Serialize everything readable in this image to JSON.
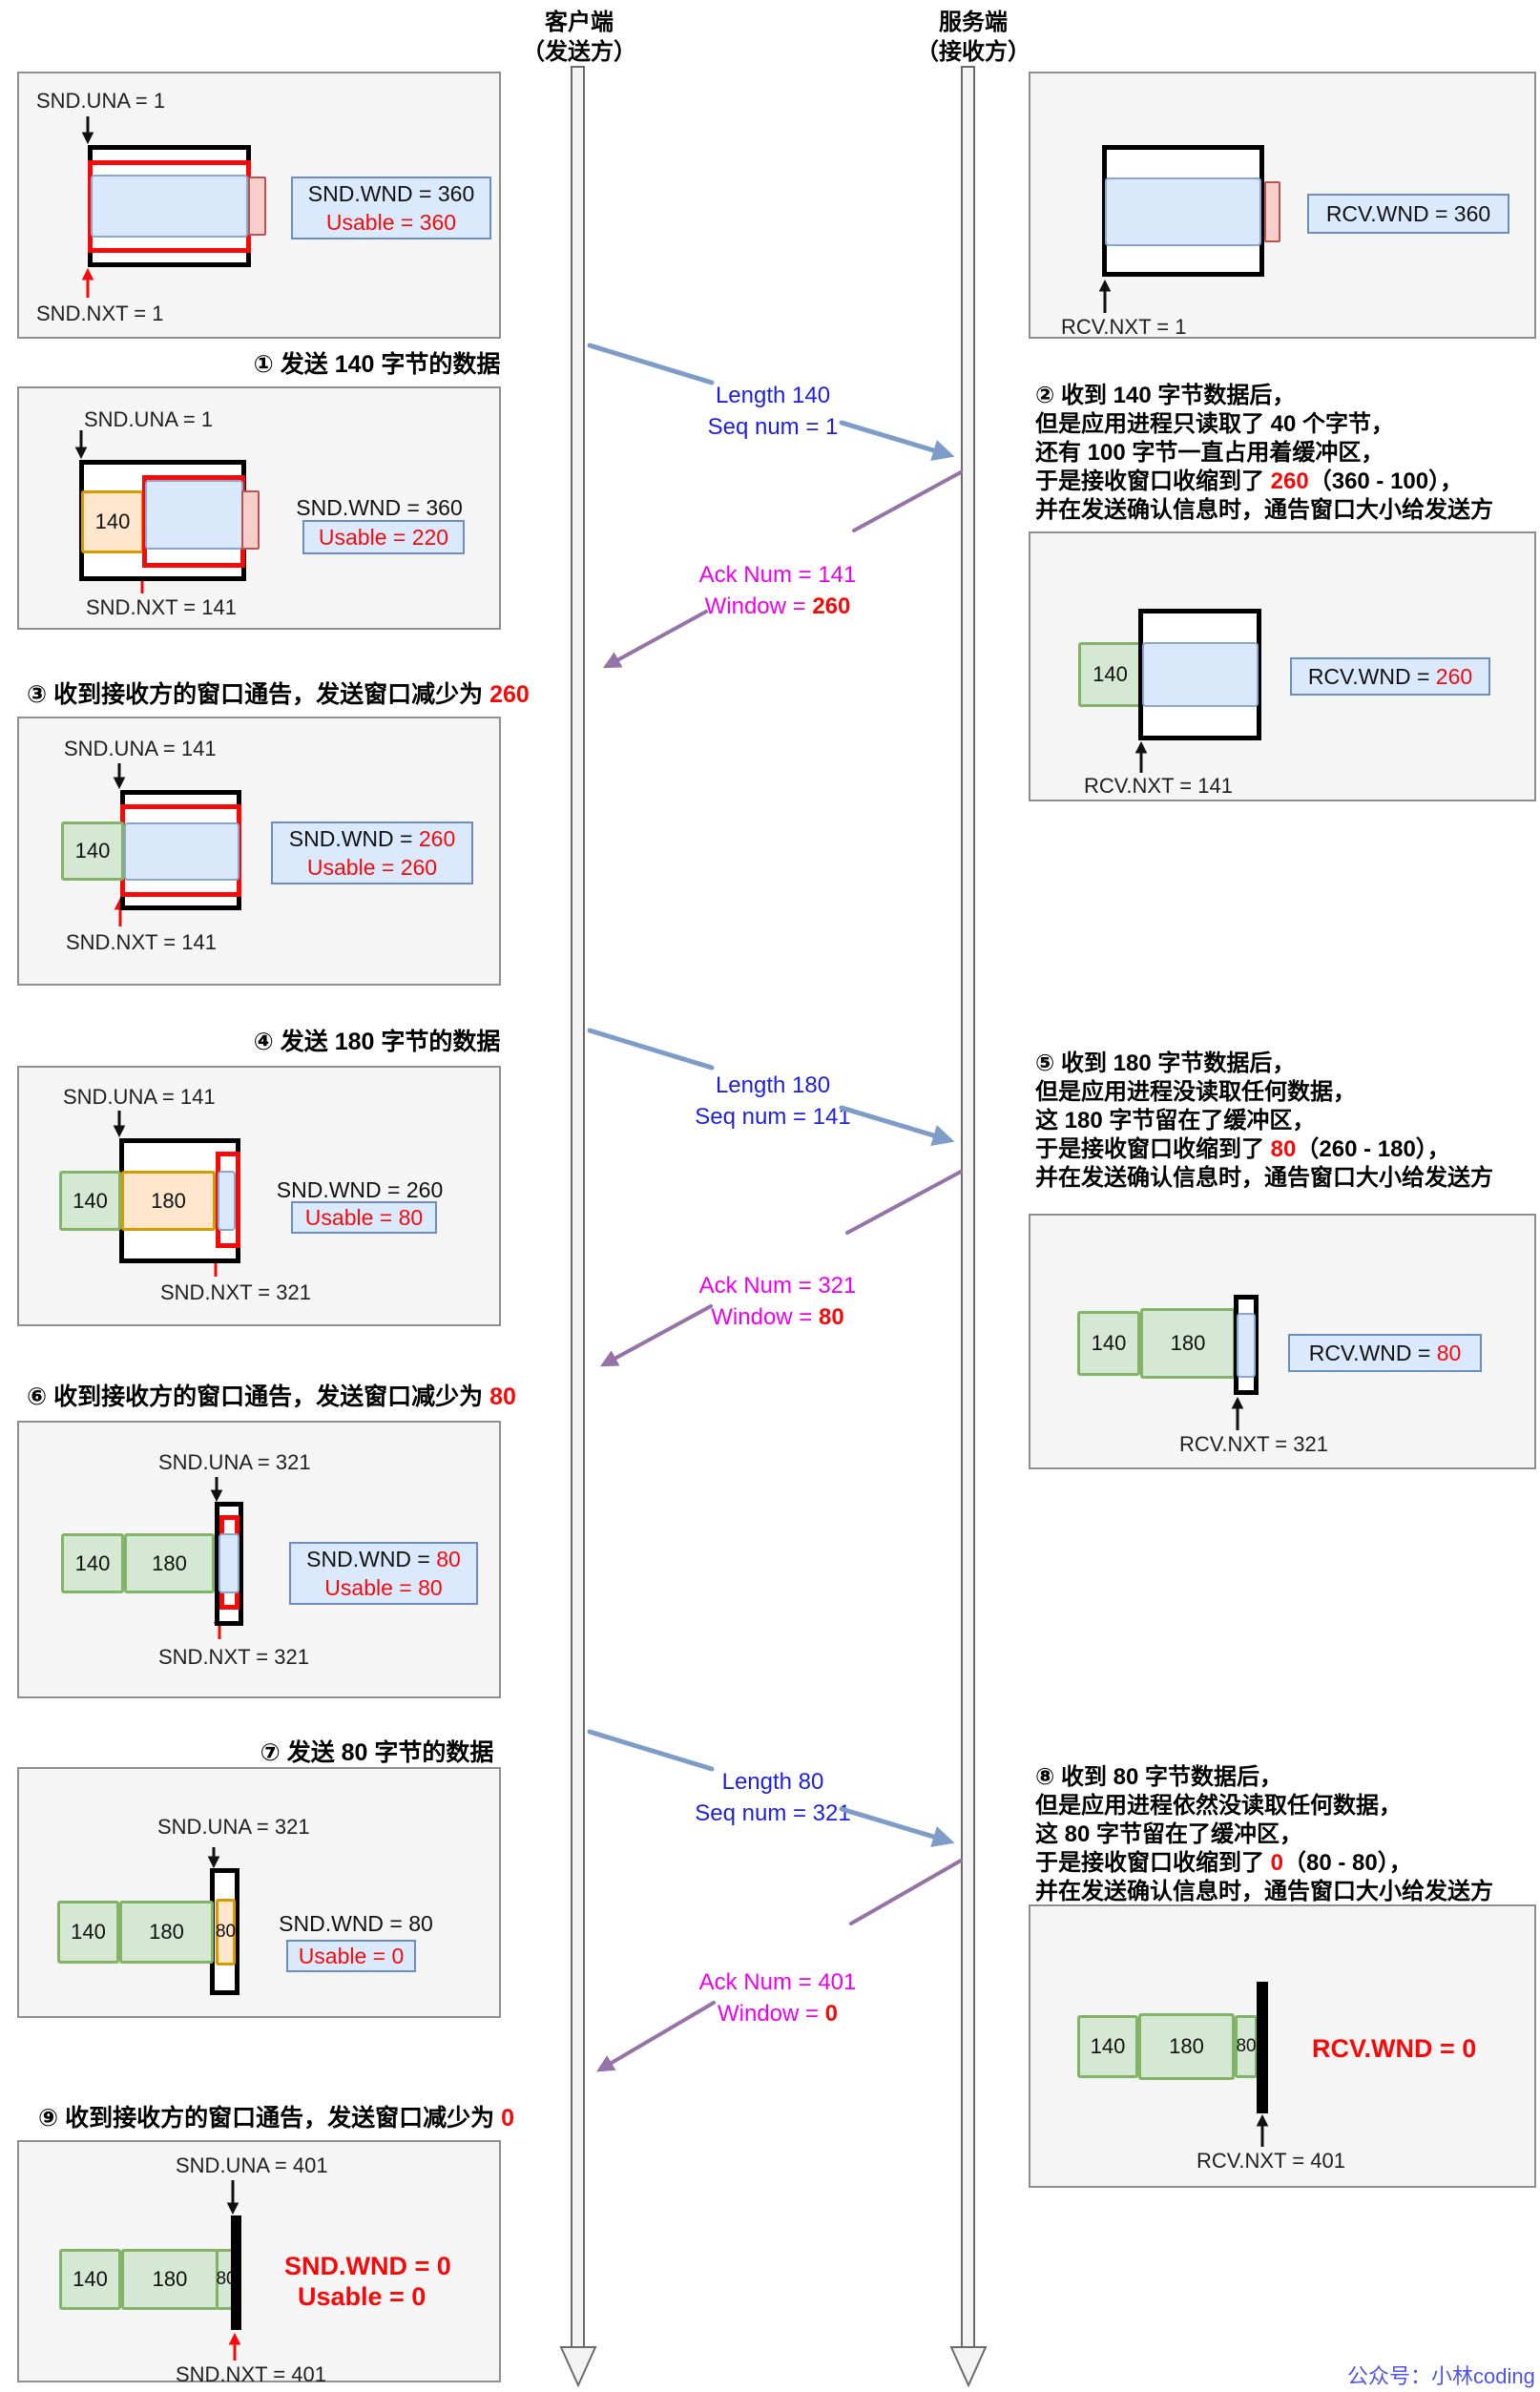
{
  "headers": {
    "client": [
      "客户端",
      "（发送方）"
    ],
    "server": [
      "服务端",
      "（接收方）"
    ]
  },
  "steps": {
    "t1": [
      {
        "t": "① 发送 140 字节的数据"
      }
    ],
    "t3": [
      {
        "t": "③ 收到接收方的窗口通告，发送窗口减少为 "
      },
      {
        "t": "260",
        "hl": true
      }
    ],
    "t4": [
      {
        "t": "④ 发送 180 字节的数据"
      }
    ],
    "t6": [
      {
        "t": "⑥ 收到接收方的窗口通告，发送窗口减少为 "
      },
      {
        "t": "80",
        "hl": true
      }
    ],
    "t7": [
      {
        "t": "⑦ 发送 80 字节的数据"
      }
    ],
    "t9": [
      {
        "t": "⑨ 收到接收方的窗口通告，发送窗口减少为 "
      },
      {
        "t": "0",
        "hl": true
      }
    ]
  },
  "notes": {
    "n2": [
      [
        {
          "t": "② 收到 140 字节数据后，"
        }
      ],
      [
        {
          "t": "但是应用进程只读取了 40 个字节，"
        }
      ],
      [
        {
          "t": "还有 100 字节一直占用着缓冲区，"
        }
      ],
      [
        {
          "t": "于是接收窗口收缩到了 "
        },
        {
          "t": "260",
          "hl": true
        },
        {
          "t": "（360 - 100），"
        }
      ],
      [
        {
          "t": "并在发送确认信息时，通告窗口大小给发送方"
        }
      ]
    ],
    "n5": [
      [
        {
          "t": "⑤ 收到 180 字节数据后，"
        }
      ],
      [
        {
          "t": "但是应用进程没读取任何数据，"
        }
      ],
      [
        {
          "t": "这 180 字节留在了缓冲区，"
        }
      ],
      [
        {
          "t": "于是接收窗口收缩到了 "
        },
        {
          "t": "80",
          "hl": true
        },
        {
          "t": "（260 - 180），"
        }
      ],
      [
        {
          "t": "并在发送确认信息时，通告窗口大小给发送方"
        }
      ]
    ],
    "n8": [
      [
        {
          "t": "⑧ 收到 80 字节数据后，"
        }
      ],
      [
        {
          "t": "但是应用进程依然没读取任何数据，"
        }
      ],
      [
        {
          "t": "这 80 字节留在了缓冲区，"
        }
      ],
      [
        {
          "t": "于是接收窗口收缩到了 "
        },
        {
          "t": "0",
          "hl": true
        },
        {
          "t": "（80 - 80），"
        }
      ],
      [
        {
          "t": "并在发送确认信息时，通告窗口大小给发送方"
        }
      ]
    ]
  },
  "messages": {
    "d1": {
      "line1": "Length 140",
      "line2": "Seq num = 1"
    },
    "a1": {
      "line1": "Ack Num = 141",
      "line2": [
        {
          "t": "Window = "
        },
        {
          "t": "260",
          "hl": true
        }
      ]
    },
    "d2": {
      "line1": "Length 180",
      "line2": "Seq num = 141"
    },
    "a2": {
      "line1": "Ack Num = 321",
      "line2": [
        {
          "t": "Window = "
        },
        {
          "t": "80",
          "hl": true
        }
      ]
    },
    "d3": {
      "line1": "Length 80",
      "line2": "Seq num = 321"
    },
    "a3": {
      "line1": "Ack Num = 401",
      "line2": [
        {
          "t": "Window = "
        },
        {
          "t": "0",
          "hl": true
        }
      ]
    }
  },
  "client_panels": {
    "p1": {
      "una": "SND.UNA = 1",
      "nxt": "SND.NXT = 1",
      "wnd": [
        {
          "t": "SND.WND = 360"
        }
      ],
      "usable": [
        {
          "t": "Usable = 360",
          "hl": true
        }
      ]
    },
    "p2": {
      "una": "SND.UNA = 1",
      "nxt": "SND.NXT = 141",
      "b140": "140",
      "wnd": [
        {
          "t": "SND.WND = 360"
        }
      ],
      "usable": [
        {
          "t": "Usable = 220",
          "hl": true
        }
      ]
    },
    "p3": {
      "una": "SND.UNA = 141",
      "nxt": "SND.NXT = 141",
      "b140": "140",
      "wnd": [
        {
          "t": "SND.WND = "
        },
        {
          "t": "260",
          "hl": true
        }
      ],
      "usable": [
        {
          "t": "Usable = 260",
          "hl": true
        }
      ]
    },
    "p4": {
      "una": "SND.UNA = 141",
      "nxt": "SND.NXT = 321",
      "b140": "140",
      "b180": "180",
      "wnd": [
        {
          "t": "SND.WND = 260"
        }
      ],
      "usable": [
        {
          "t": "Usable = 80",
          "hl": true
        }
      ]
    },
    "p5": {
      "una": "SND.UNA = 321",
      "nxt": "SND.NXT = 321",
      "b140": "140",
      "b180": "180",
      "wnd": [
        {
          "t": "SND.WND = "
        },
        {
          "t": "80",
          "hl": true
        }
      ],
      "usable": [
        {
          "t": "Usable = 80",
          "hl": true
        }
      ]
    },
    "p6": {
      "una": "SND.UNA = 321",
      "b140": "140",
      "b180": "180",
      "b80": "80",
      "wnd": [
        {
          "t": "SND.WND = 80"
        }
      ],
      "usable": [
        {
          "t": "Usable = 0",
          "hl": true
        }
      ]
    },
    "p7": {
      "una": "SND.UNA = 401",
      "nxt": "SND.NXT = 401",
      "b140": "140",
      "b180": "180",
      "b80": "80",
      "wnd": [
        {
          "t": "SND.WND = 0",
          "hl": true
        }
      ],
      "usable": [
        {
          "t": "Usable = 0",
          "hl": true
        }
      ]
    }
  },
  "server_panels": {
    "s1": {
      "wnd": [
        {
          "t": "RCV.WND = 360"
        }
      ],
      "nxt": "RCV.NXT = 1"
    },
    "s2": {
      "wnd": [
        {
          "t": "RCV.WND = "
        },
        {
          "t": "260",
          "hl": true
        }
      ],
      "nxt": "RCV.NXT = 141",
      "b140": "140"
    },
    "s3": {
      "wnd": [
        {
          "t": "RCV.WND = "
        },
        {
          "t": "80",
          "hl": true
        }
      ],
      "nxt": "RCV.NXT = 321",
      "b140": "140",
      "b180": "180"
    },
    "s4": {
      "wnd": [
        {
          "t": "RCV.WND = 0",
          "hl": true
        }
      ],
      "nxt": "RCV.NXT = 401",
      "b140": "140",
      "b180": "180",
      "b80": "80"
    }
  },
  "watermark": "公众号：小林coding",
  "colors": {
    "highlight_red": "#f50a0a",
    "data_msg_blue": "#1e1ee0",
    "ack_msg_magenta": "#ee00ee",
    "data_arrow": "#7e9cc8",
    "ack_arrow": "#9673a6",
    "buffer_fill_blue": "#dae8fc",
    "sent_block_green": "#d5e8d4",
    "inflight_block_orange": "#ffe6cc",
    "overflow_pink": "#f8cecc",
    "panel_bg": "#f5f5f5"
  }
}
